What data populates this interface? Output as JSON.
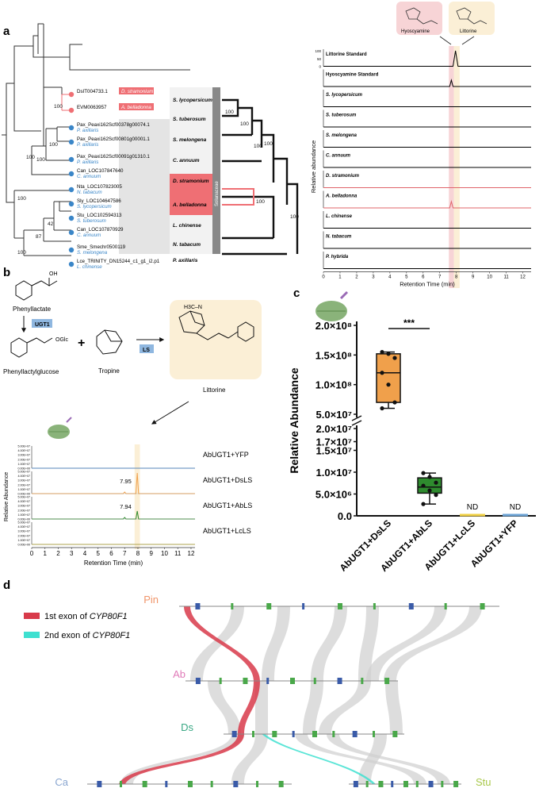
{
  "panel_labels": {
    "a": "a",
    "b": "b",
    "c": "c",
    "d": "d"
  },
  "panel_a": {
    "top_structures": [
      {
        "name": "Hyoscyamine",
        "color": "#f7d4d6"
      },
      {
        "name": "Littorine",
        "color": "#fbefd6"
      }
    ],
    "tree_bootstraps": [
      "100",
      "100",
      "100",
      "100",
      "42",
      "87",
      "100",
      "100"
    ],
    "genes": [
      {
        "id": "DsIT004733.1",
        "species": "D. stramonium",
        "color": "#ef6f74",
        "boxed": true
      },
      {
        "id": "EVM0063957",
        "species": "A. belladonna",
        "color": "#ef6f74",
        "boxed": true
      },
      {
        "id": "Pax_Peaxi162Scf00378g00074.1",
        "species": "P. axillaris",
        "color": "#3a86c8"
      },
      {
        "id": "Pax_Peaxi162Scf00801g00001.1",
        "species": "P. axillaris",
        "color": "#3a86c8"
      },
      {
        "id": "Pax_Peaxi162Scf00091g01310.1",
        "species": "P. axillaris",
        "color": "#3a86c8"
      },
      {
        "id": "Can_LOC107847640",
        "species": "C. annuum",
        "color": "#3a86c8"
      },
      {
        "id": "Nta_LOC107823005",
        "species": "N. tabacum",
        "color": "#3a86c8"
      },
      {
        "id": "Sly_LOC104647586",
        "species": "S. lycopersicum",
        "color": "#3a86c8"
      },
      {
        "id": "Stu_LOC102594313",
        "species": "S. tuberosum",
        "color": "#3a86c8"
      },
      {
        "id": "Can_LOC107870929",
        "species": "C. annuum",
        "color": "#3a86c8"
      },
      {
        "id": "Sme_Smechr0500119",
        "species": "S. melongena",
        "color": "#3a86c8"
      },
      {
        "id": "Lce_TRINITY_DN15244_c1_g1_i2.p1",
        "species": "L. chinense",
        "color": "#3a86c8"
      }
    ],
    "species_column": [
      "S. lycopersicum",
      "S. tuberosum",
      "S. melongena",
      "C. annuum",
      "D. stramonium",
      "A. belladonna",
      "L. chinense",
      "N. tabacum",
      "P. axillaris"
    ],
    "family_label": "Solanaceae",
    "chromatogram_tracks": [
      {
        "label": "Littorine Standard",
        "italic": false,
        "peak": "littorine",
        "color": "#000"
      },
      {
        "label": "Hyoscyamine Standard",
        "italic": false,
        "peak": "hyoscyamine",
        "color": "#000"
      },
      {
        "label": "S. lycopersicum",
        "italic": true,
        "peak": "none",
        "color": "#000"
      },
      {
        "label": "S. tuberosum",
        "italic": true,
        "peak": "none",
        "color": "#000"
      },
      {
        "label": "S. melongena",
        "italic": true,
        "peak": "none",
        "color": "#000"
      },
      {
        "label": "C. annuum",
        "italic": true,
        "peak": "none",
        "color": "#000"
      },
      {
        "label": "D. stramonium",
        "italic": true,
        "peak": "none",
        "color": "#e0646a"
      },
      {
        "label": "A. belladonna",
        "italic": true,
        "peak": "hyoscyamine",
        "color": "#e0646a"
      },
      {
        "label": "L. chinense",
        "italic": true,
        "peak": "none",
        "color": "#000"
      },
      {
        "label": "N. tabacum",
        "italic": true,
        "peak": "none",
        "color": "#000"
      },
      {
        "label": "P. hybrida",
        "italic": true,
        "peak": "none",
        "color": "#000"
      }
    ],
    "y_ticks": [
      "0",
      "50",
      "100"
    ],
    "ylabel": "Relative abundance",
    "xlabel": "Retention Time (min)",
    "x_ticks": [
      "0",
      "1",
      "2",
      "3",
      "4",
      "5",
      "6",
      "7",
      "8",
      "9",
      "10",
      "11",
      "12"
    ]
  },
  "panel_b": {
    "compounds": {
      "phenyllactate": "Phenyllactate",
      "glucose": "Phenyllactylglucose",
      "tropine": "Tropine",
      "littorine": "Littorine"
    },
    "enzymes": {
      "ugt": "UGT1",
      "ls": "LS"
    },
    "plus": "+",
    "groups": {
      "oh": "OH",
      "oglc": "OGlc",
      "h3cn": "H3C–N"
    },
    "traces": [
      {
        "label": "AbUGT1+YFP",
        "color": "#3a7cc8",
        "peak": null
      },
      {
        "label": "AbUGT1+DsLS",
        "color": "#f0a04b",
        "peak": "7.95"
      },
      {
        "label": "AbUGT1+AbLS",
        "color": "#2e8b2e",
        "peak": "7.94"
      },
      {
        "label": "AbUGT1+LcLS",
        "color": "#b8a830",
        "peak": null
      }
    ],
    "y_ticks": [
      "0.00E+00",
      "1.00E+07",
      "2.00E+07",
      "3.00E+07",
      "4.00E+07",
      "5.00E+07"
    ],
    "ylabel": "Relative Abundance",
    "xlabel": "Retention Time (min)",
    "x_ticks": [
      "0",
      "1",
      "2",
      "3",
      "4",
      "5",
      "6",
      "7",
      "8",
      "9",
      "10",
      "11",
      "12"
    ]
  },
  "panel_c": {
    "ylabel": "Relative Abundance",
    "upper_ticks": [
      "2.0×10⁸",
      "1.5×10⁸",
      "1.0×10⁸",
      "5.0×10⁷"
    ],
    "lower_ticks": [
      "2.0×10⁷",
      "1.7×10⁷",
      "1.5×10⁷",
      "1.0×10⁷",
      "5.0×10⁶",
      "0.0"
    ],
    "significance": "***",
    "nd_labels": [
      "ND",
      "ND"
    ],
    "categories": [
      "AbUGT1+DsLS",
      "AbUGT1+AbLS",
      "AbUGT1+LcLS",
      "AbUGT1+YFP"
    ],
    "colors": [
      "#f0a04b",
      "#2e8b2e",
      "#f2d247",
      "#6fa6d8"
    ],
    "chart_data": {
      "type": "box",
      "categories": [
        "AbUGT1+DsLS",
        "AbUGT1+AbLS",
        "AbUGT1+LcLS",
        "AbUGT1+YFP"
      ],
      "series": [
        {
          "points": [
            155000000.0,
            152000000.0,
            145000000.0,
            120000000.0,
            100000000.0,
            70000000.0,
            60000000.0
          ]
        },
        {
          "points": [
            9800000.0,
            8900000.0,
            7600000.0,
            6900000.0,
            5800000.0,
            4800000.0,
            2700000.0
          ]
        },
        {
          "points": [
            0
          ]
        },
        {
          "points": [
            0
          ]
        }
      ]
    }
  },
  "panel_d": {
    "legend": [
      {
        "prefix": "1st exon of ",
        "gene": "CYP80F1",
        "color": "#d83a4a"
      },
      {
        "prefix": "2nd exon of ",
        "gene": "CYP80F1",
        "color": "#3ee0d0"
      }
    ],
    "genomes": [
      {
        "name": "Pin",
        "color": "#f0956a"
      },
      {
        "name": "Ab",
        "color": "#e07ab8"
      },
      {
        "name": "Ds",
        "color": "#3aa884"
      },
      {
        "name": "Ca",
        "color": "#8aa6d0"
      },
      {
        "name": "Stu",
        "color": "#a8c84a"
      }
    ]
  }
}
